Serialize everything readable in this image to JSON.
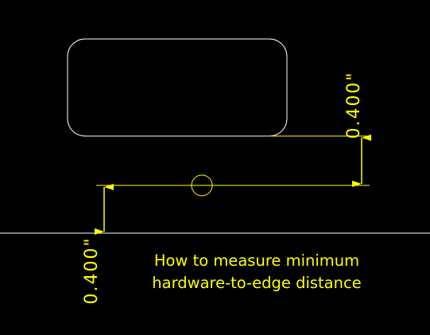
{
  "drawing": {
    "colors": {
      "background": "#000000",
      "outline": "#ffffff",
      "dimension": "#ffff00"
    },
    "dimension_top": "0.400\"",
    "dimension_bottom": "0.400\"",
    "caption": {
      "line1": "How to measure minimum",
      "line2": "hardware-to-edge distance"
    }
  }
}
